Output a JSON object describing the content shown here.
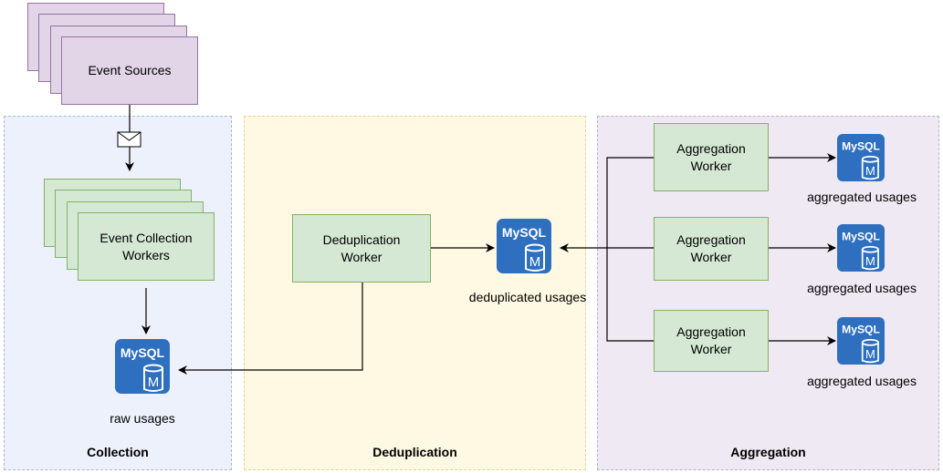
{
  "zones": {
    "collection": "Collection",
    "deduplication": "Deduplication",
    "aggregation": "Aggregation"
  },
  "nodes": {
    "event_sources": "Event Sources",
    "event_collection_workers": "Event Collection\nWorkers",
    "deduplication_worker": "Deduplication\nWorker",
    "aggregation_worker_1": "Aggregation\nWorker",
    "aggregation_worker_2": "Aggregation\nWorker",
    "aggregation_worker_3": "Aggregation\nWorker"
  },
  "databases": {
    "raw": "raw usages",
    "deduplicated": "deduplicated usages",
    "aggregated_1": "aggregated usages",
    "aggregated_2": "aggregated usages",
    "aggregated_3": "aggregated usages"
  },
  "db_logo": {
    "text": "MySQL",
    "mark": "M",
    "color": "#2e6fc0"
  },
  "colors": {
    "purple_fill": "#e1d5e7",
    "purple_stroke": "#9673a6",
    "green_fill": "#d5e8d4",
    "green_stroke": "#82b366"
  }
}
